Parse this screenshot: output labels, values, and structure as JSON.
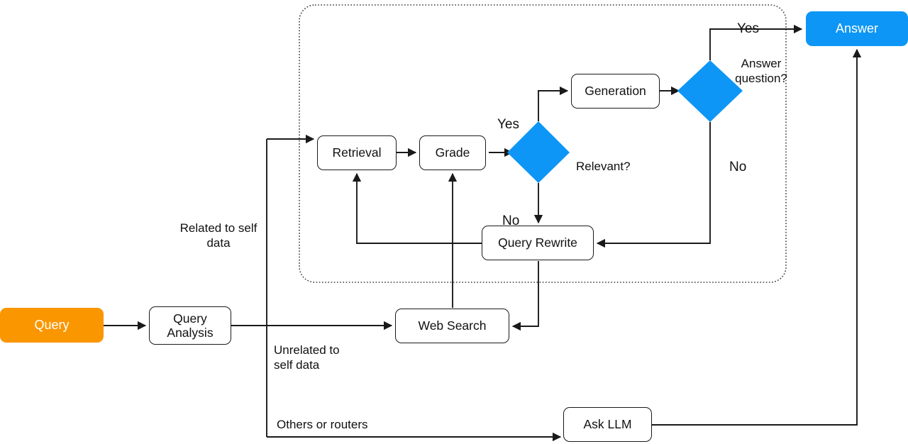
{
  "diagram": {
    "title": "Adaptive RAG query routing flowchart",
    "colors": {
      "accent_blue": "#0d96f5",
      "accent_orange": "#fa9600",
      "stroke": "#1a1a1a",
      "node_fill": "#ffffff",
      "text": "#111111"
    },
    "nodes": [
      {
        "id": "query",
        "label": "Query",
        "shape": "rounded-rect",
        "fill": "#fa9600",
        "text_color": "#ffffff"
      },
      {
        "id": "query_analysis",
        "label": "Query\nAnalysis",
        "shape": "rounded-rect",
        "fill": "#ffffff",
        "text_color": "#111111"
      },
      {
        "id": "retrieval",
        "label": "Retrieval",
        "shape": "rounded-rect",
        "fill": "#ffffff",
        "text_color": "#111111"
      },
      {
        "id": "grade",
        "label": "Grade",
        "shape": "rounded-rect",
        "fill": "#ffffff",
        "text_color": "#111111"
      },
      {
        "id": "relevant",
        "label": "Relevant?",
        "shape": "diamond",
        "fill": "#0d96f5",
        "text_color": "#111111"
      },
      {
        "id": "generation",
        "label": "Generation",
        "shape": "rounded-rect",
        "fill": "#ffffff",
        "text_color": "#111111"
      },
      {
        "id": "answer_question",
        "label": "Answer\nquestion?",
        "shape": "diamond",
        "fill": "#0d96f5",
        "text_color": "#111111"
      },
      {
        "id": "query_rewrite",
        "label": "Query Rewrite",
        "shape": "rounded-rect",
        "fill": "#ffffff",
        "text_color": "#111111"
      },
      {
        "id": "web_search",
        "label": "Web Search",
        "shape": "rounded-rect",
        "fill": "#ffffff",
        "text_color": "#111111"
      },
      {
        "id": "ask_llm",
        "label": "Ask LLM",
        "shape": "rounded-rect",
        "fill": "#ffffff",
        "text_color": "#111111"
      },
      {
        "id": "answer",
        "label": "Answer",
        "shape": "rounded-rect",
        "fill": "#0d96f5",
        "text_color": "#ffffff"
      }
    ],
    "edge_labels": [
      {
        "id": "related_to_self_data",
        "text": "Related to self\ndata"
      },
      {
        "id": "unrelated_to_self_data",
        "text": "Unrelated to\nself data"
      },
      {
        "id": "others_or_routers",
        "text": "Others or routers"
      },
      {
        "id": "relevant_yes",
        "text": "Yes"
      },
      {
        "id": "relevant_no",
        "text": "No"
      },
      {
        "id": "answer_question_yes",
        "text": "Yes"
      },
      {
        "id": "answer_question_no",
        "text": "No"
      }
    ],
    "container": {
      "id": "self_rag_loop",
      "style": "dotted-rounded-rect",
      "label": ""
    }
  }
}
